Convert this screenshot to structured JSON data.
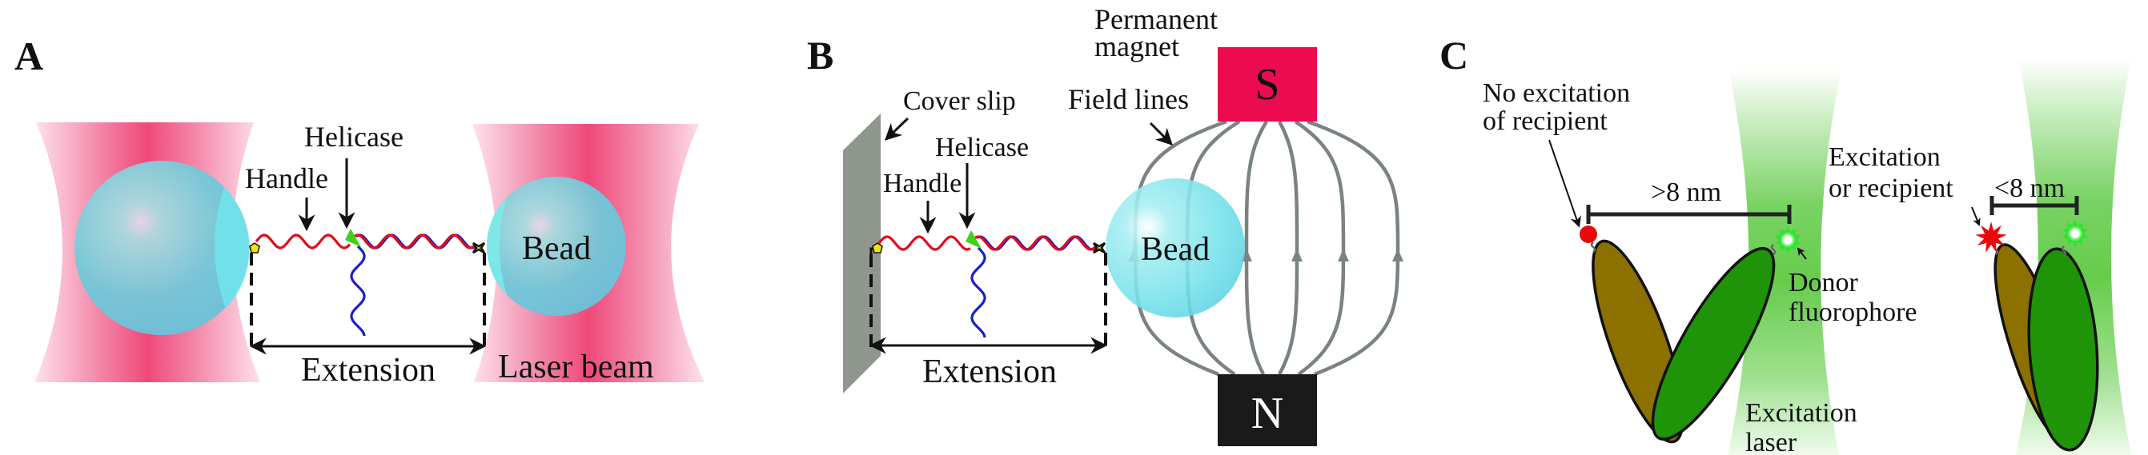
{
  "figure": {
    "panels": {
      "A": {
        "label": "A",
        "title": "Optical tweezers",
        "helicase_label": "Helicase",
        "handle_label": "Handle",
        "bead_label": "Bead",
        "extension_label": "Extension",
        "laser_label": "Laser beam"
      },
      "B": {
        "label": "B",
        "title": "Magnetic tweezers",
        "cover_slip_label": "Cover slip",
        "helicase_label": "Helicase",
        "handle_label": "Handle",
        "bead_label": "Bead",
        "extension_label": "Extension",
        "magnet_label_line1": "Permanent",
        "magnet_label_line2": "magnet",
        "field_lines_label": "Field lines",
        "south_pole": "S",
        "north_pole": "N"
      },
      "C": {
        "label": "C",
        "title": "smFRET",
        "no_excitation_line1": "No excitation",
        "no_excitation_line2": "of recipient",
        "distance_far": ">8 nm",
        "distance_near": "<8 nm",
        "excitation_line1": "Excitation",
        "excitation_line2": "or recipient",
        "donor_line1": "Donor",
        "donor_line2": "fluorophore",
        "laser_line1": "Excitation",
        "laser_line2": "laser"
      }
    },
    "colors": {
      "laser_red_core": "#f0497a",
      "laser_red_edge": "#fbd3e2",
      "bead": "#6fcbdf",
      "bead_rim": "#72e6ee",
      "magnet_south": "#ec0b50",
      "magnet_north": "#1a1a1a",
      "field_line": "#7a8282",
      "cover_slip": "#8f968e",
      "dna_red": "#e30b1a",
      "dna_blue": "#1a1fc8",
      "helicase": "#44d018",
      "laser_green": "#66cc4c",
      "domain_brown": "#8c7000",
      "domain_green": "#1f9408",
      "acceptor": "#e80a0a",
      "donor_glow": "#33e233"
    }
  }
}
